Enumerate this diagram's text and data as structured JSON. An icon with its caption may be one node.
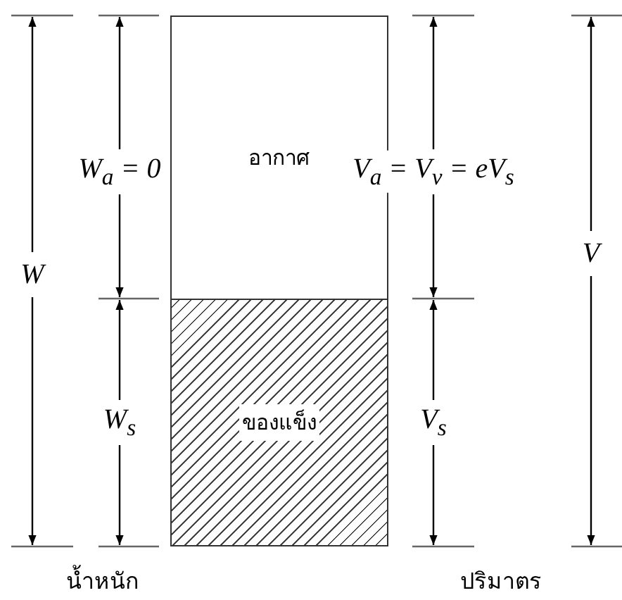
{
  "diagram": {
    "nodes": [
      {
        "text": [
          "อากาศ"
        ]
      },
      {
        "text": [
          "ของแข็ง"
        ]
      }
    ],
    "labels": [
      "W$_{a}$ = 0",
      "V$_{a}$ = V$_{v}$ = eV$_{s}$",
      "W",
      "V",
      "W$_{s}$",
      "V$_{s}$",
      "น้ำหนัก",
      "ปริมาตร"
    ]
  }
}
